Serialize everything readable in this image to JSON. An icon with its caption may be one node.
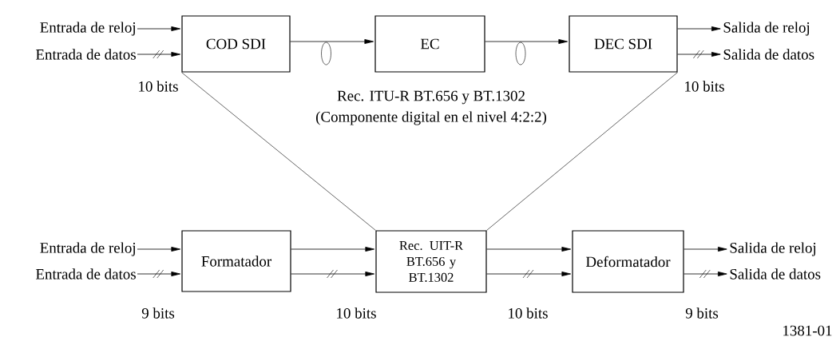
{
  "diagram": {
    "nodes": [
      {
        "text": [
          "Entrada de reloj"
        ]
      },
      {
        "text": [
          "Entrada de datos"
        ]
      },
      {
        "text": [
          "COD SDI"
        ]
      },
      {
        "text": [
          "EC"
        ]
      },
      {
        "text": [
          "DEC SDI"
        ]
      },
      {
        "text": [
          "Salida de reloj"
        ]
      },
      {
        "text": [
          "Salida de datos"
        ]
      },
      {
        "text": [
          "Entrada de reloj"
        ]
      },
      {
        "text": [
          "Entrada de datos"
        ]
      },
      {
        "text": [
          "Formatador"
        ]
      },
      {
        "text": [
          "Rec. UIT-R BT.656 y BT.1302"
        ]
      },
      {
        "text": [
          "Deformatador"
        ]
      },
      {
        "text": [
          "Salida de reloj"
        ]
      },
      {
        "text": [
          "Salida de datos"
        ]
      }
    ],
    "edges": [
      {
        "from": 0,
        "to": 2,
        "arrow": "to"
      },
      {
        "from": 1,
        "to": 2,
        "arrow": "to"
      },
      {
        "from": 2,
        "to": 3,
        "arrow": "to"
      },
      {
        "from": 3,
        "to": 4,
        "arrow": "to"
      },
      {
        "from": 4,
        "to": 5,
        "arrow": "to"
      },
      {
        "from": 4,
        "to": 6,
        "arrow": "to"
      },
      {
        "from": 2,
        "to": 10,
        "arrow": "none"
      },
      {
        "from": 4,
        "to": 10,
        "arrow": "none"
      },
      {
        "from": 7,
        "to": 9,
        "arrow": "to"
      },
      {
        "from": 8,
        "to": 9,
        "arrow": "to"
      },
      {
        "from": 9,
        "to": 10,
        "arrow": "to"
      },
      {
        "from": 9,
        "to": 10,
        "arrow": "to"
      },
      {
        "from": 10,
        "to": 11,
        "arrow": "to"
      },
      {
        "from": 10,
        "to": 11,
        "arrow": "to"
      },
      {
        "from": 11,
        "to": 12,
        "arrow": "to"
      },
      {
        "from": 11,
        "to": 13,
        "arrow": "to"
      }
    ],
    "labels": [
      "10 bits",
      "10 bits",
      "Rec. ITU-R BT.656 y BT.1302",
      "(Componente digital en el nivel 4:2:2)",
      "9 bits",
      "10 bits",
      "10 bits",
      "9 bits",
      "1381-01"
    ]
  }
}
